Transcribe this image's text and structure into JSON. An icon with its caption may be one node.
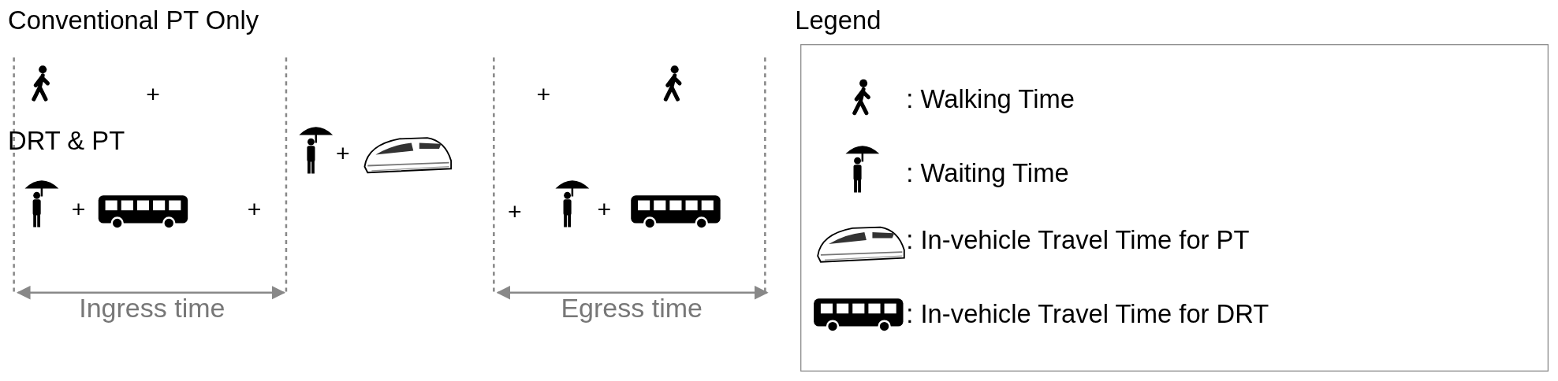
{
  "diagram": {
    "labels": [
      "Conventional PT Only",
      "Legend",
      "+",
      "+",
      "DRT & PT",
      "+",
      "+",
      "+",
      "+",
      "+",
      "Ingress time",
      "Egress time"
    ],
    "legend": [
      {
        "text": ": Walking Time"
      },
      {
        "text": ": Waiting Time"
      },
      {
        "text": ": In-vehicle Travel Time for PT"
      },
      {
        "text": ": In-vehicle Travel Time for DRT"
      }
    ]
  }
}
